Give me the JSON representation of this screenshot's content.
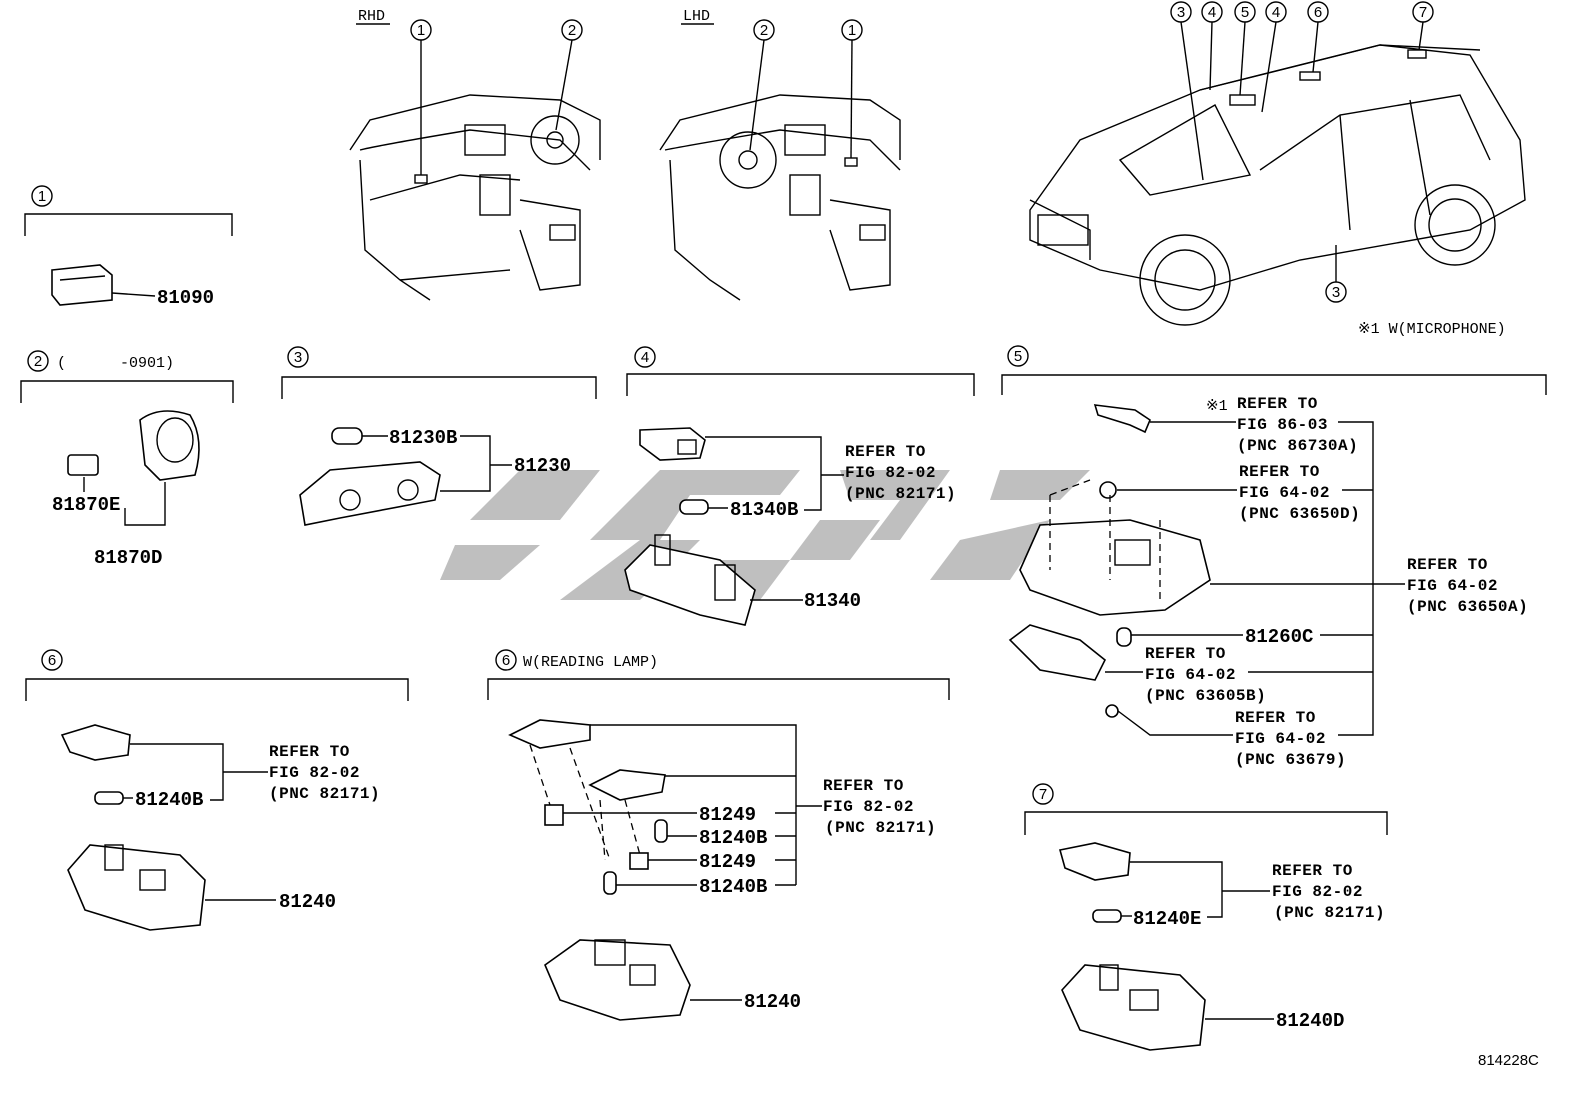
{
  "diagram": {
    "views": {
      "rhd": "RHD",
      "lhd": "LHD"
    },
    "callout_numbers": [
      "1",
      "2",
      "3",
      "4",
      "5",
      "6",
      "7"
    ],
    "vehicle_note": "※1 W(MICROPHONE)",
    "sections": {
      "s1": {
        "num": "1",
        "parts": [
          "81090"
        ]
      },
      "s2": {
        "num": "2",
        "header_note": "(      -0901)",
        "parts": [
          "81870E",
          "81870D"
        ]
      },
      "s3": {
        "num": "3",
        "parts": [
          "81230B",
          "81230"
        ]
      },
      "s4": {
        "num": "4",
        "parts": [
          "81340B",
          "81340"
        ],
        "refer": [
          "REFER TO",
          "FIG 82-02",
          "(PNC 82171)"
        ]
      },
      "s5": {
        "num": "5",
        "marker": "※1",
        "parts": [
          "81260C"
        ],
        "refers": [
          [
            "REFER TO",
            "FIG 86-03",
            "(PNC 86730A)"
          ],
          [
            "REFER TO",
            "FIG 64-02",
            "(PNC 63650D)"
          ],
          [
            "REFER TO",
            "FIG 64-02",
            "(PNC 63650A)"
          ],
          [
            "REFER TO",
            "FIG 64-02",
            "(PNC 63605B)"
          ],
          [
            "REFER TO",
            "FIG 64-02",
            "(PNC 63679)"
          ]
        ]
      },
      "s6a": {
        "num": "6",
        "parts": [
          "81240B",
          "81240"
        ],
        "refer": [
          "REFER TO",
          "FIG 82-02",
          "(PNC 82171)"
        ]
      },
      "s6b": {
        "num": "6",
        "header_note": "W(READING LAMP)",
        "parts": [
          "81249",
          "81240B",
          "81249",
          "81240B",
          "81240"
        ],
        "refer": [
          "REFER TO",
          "FIG 82-02",
          "(PNC 82171)"
        ]
      },
      "s7": {
        "num": "7",
        "parts": [
          "81240E",
          "81240D"
        ],
        "refer": [
          "REFER TO",
          "FIG 82-02",
          "(PNC 82171)"
        ]
      }
    },
    "figure_code": "814228C",
    "colors": {
      "line": "#000000",
      "watermark": "#b4b4b4",
      "background": "#ffffff"
    }
  }
}
